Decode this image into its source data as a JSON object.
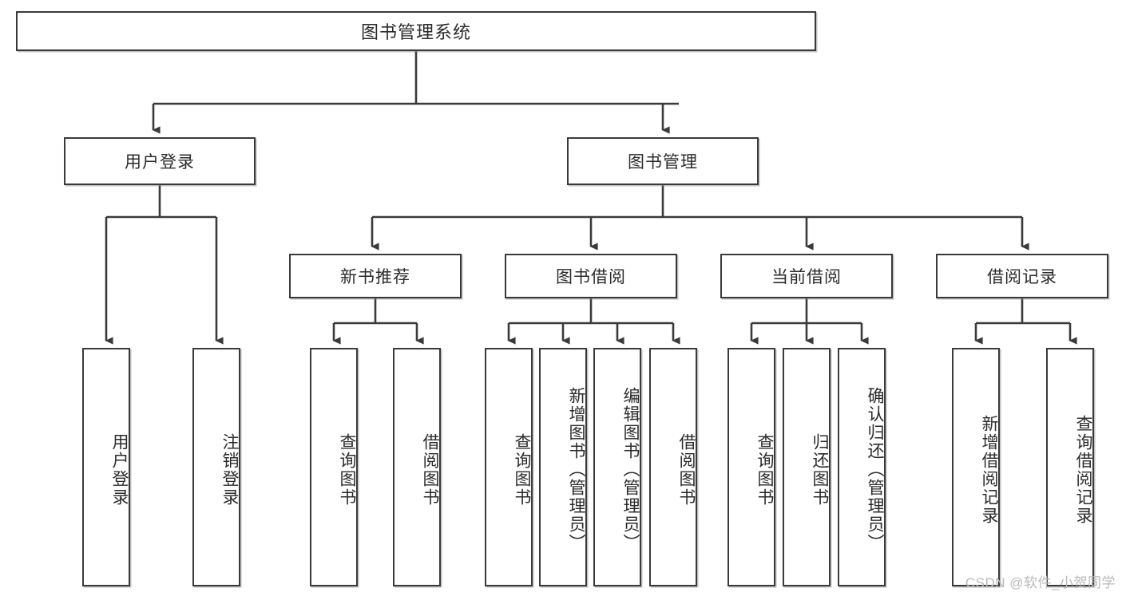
{
  "diagram": {
    "type": "tree",
    "title": "图书管理系统",
    "watermark": "CSDN @软件_小贺同学",
    "colors": {
      "stroke": "#3a3a3a",
      "fill": "#ffffff",
      "text": "#2b2b2b",
      "watermark": "#b9b9b9"
    },
    "levels": {
      "root": {
        "label": "图书管理系统"
      },
      "level2": [
        {
          "label": "用户登录"
        },
        {
          "label": "图书管理"
        }
      ],
      "level3": [
        {
          "label": "新书推荐"
        },
        {
          "label": "图书借阅"
        },
        {
          "label": "当前借阅"
        },
        {
          "label": "借阅记录"
        }
      ],
      "level4": [
        {
          "label": "用户登录",
          "parent": "用户登录"
        },
        {
          "label": "注销登录",
          "parent": "用户登录"
        },
        {
          "label": "查询图书",
          "parent": "新书推荐"
        },
        {
          "label": "借阅图书",
          "parent": "新书推荐"
        },
        {
          "label": "查询图书",
          "parent": "图书借阅"
        },
        {
          "label": "新增图书（管理员）",
          "parent": "图书借阅"
        },
        {
          "label": "编辑图书（管理员）",
          "parent": "图书借阅"
        },
        {
          "label": "借阅图书",
          "parent": "图书借阅"
        },
        {
          "label": "查询图书",
          "parent": "当前借阅"
        },
        {
          "label": "归还图书",
          "parent": "当前借阅"
        },
        {
          "label": "确认归还（管理员）",
          "parent": "当前借阅"
        },
        {
          "label": "新增借阅记录",
          "parent": "借阅记录"
        },
        {
          "label": "查询借阅记录",
          "parent": "借阅记录"
        }
      ]
    }
  }
}
